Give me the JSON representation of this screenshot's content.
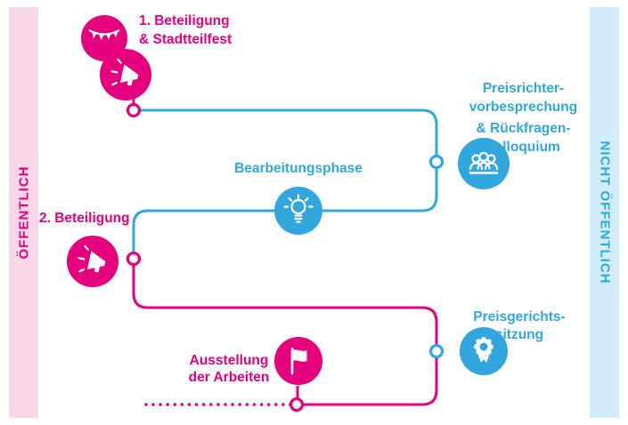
{
  "colors": {
    "pink": "#e5007d",
    "blue": "#31a7dd",
    "pink_band_bg": "#f8d7e8",
    "blue_band_bg": "#d3ecf9"
  },
  "bands": {
    "left": {
      "label": "ÖFFENTLICH"
    },
    "right": {
      "label": "NICHT ÖFFENTLICH"
    }
  },
  "steps": {
    "beteiligung1": {
      "line1": "1. Beteiligung",
      "line2": "& Stadtteilfest",
      "icons": [
        "party-garland-icon",
        "megaphone-icon"
      ]
    },
    "preisrichter": {
      "line1": "Preisrichter-",
      "line2": "vorbesprechung",
      "line3": "& Rückfragen-",
      "line4": "kolloquium",
      "icon": "jury-icon"
    },
    "bearbeitung": {
      "label": "Bearbeitungsphase",
      "icon": "lightbulb-icon"
    },
    "beteiligung2": {
      "label": "2. Beteiligung",
      "icon": "megaphone-icon"
    },
    "preisgericht": {
      "line1": "Preisgerichts-",
      "line2": "sitzung",
      "icon": "award-icon"
    },
    "ausstellung": {
      "line1": "Ausstellung",
      "line2": "der Arbeiten",
      "icon": "flag-icon"
    }
  },
  "sequence": [
    "beteiligung1",
    "preisrichter",
    "bearbeitung",
    "beteiligung2",
    "preisgericht",
    "ausstellung"
  ]
}
